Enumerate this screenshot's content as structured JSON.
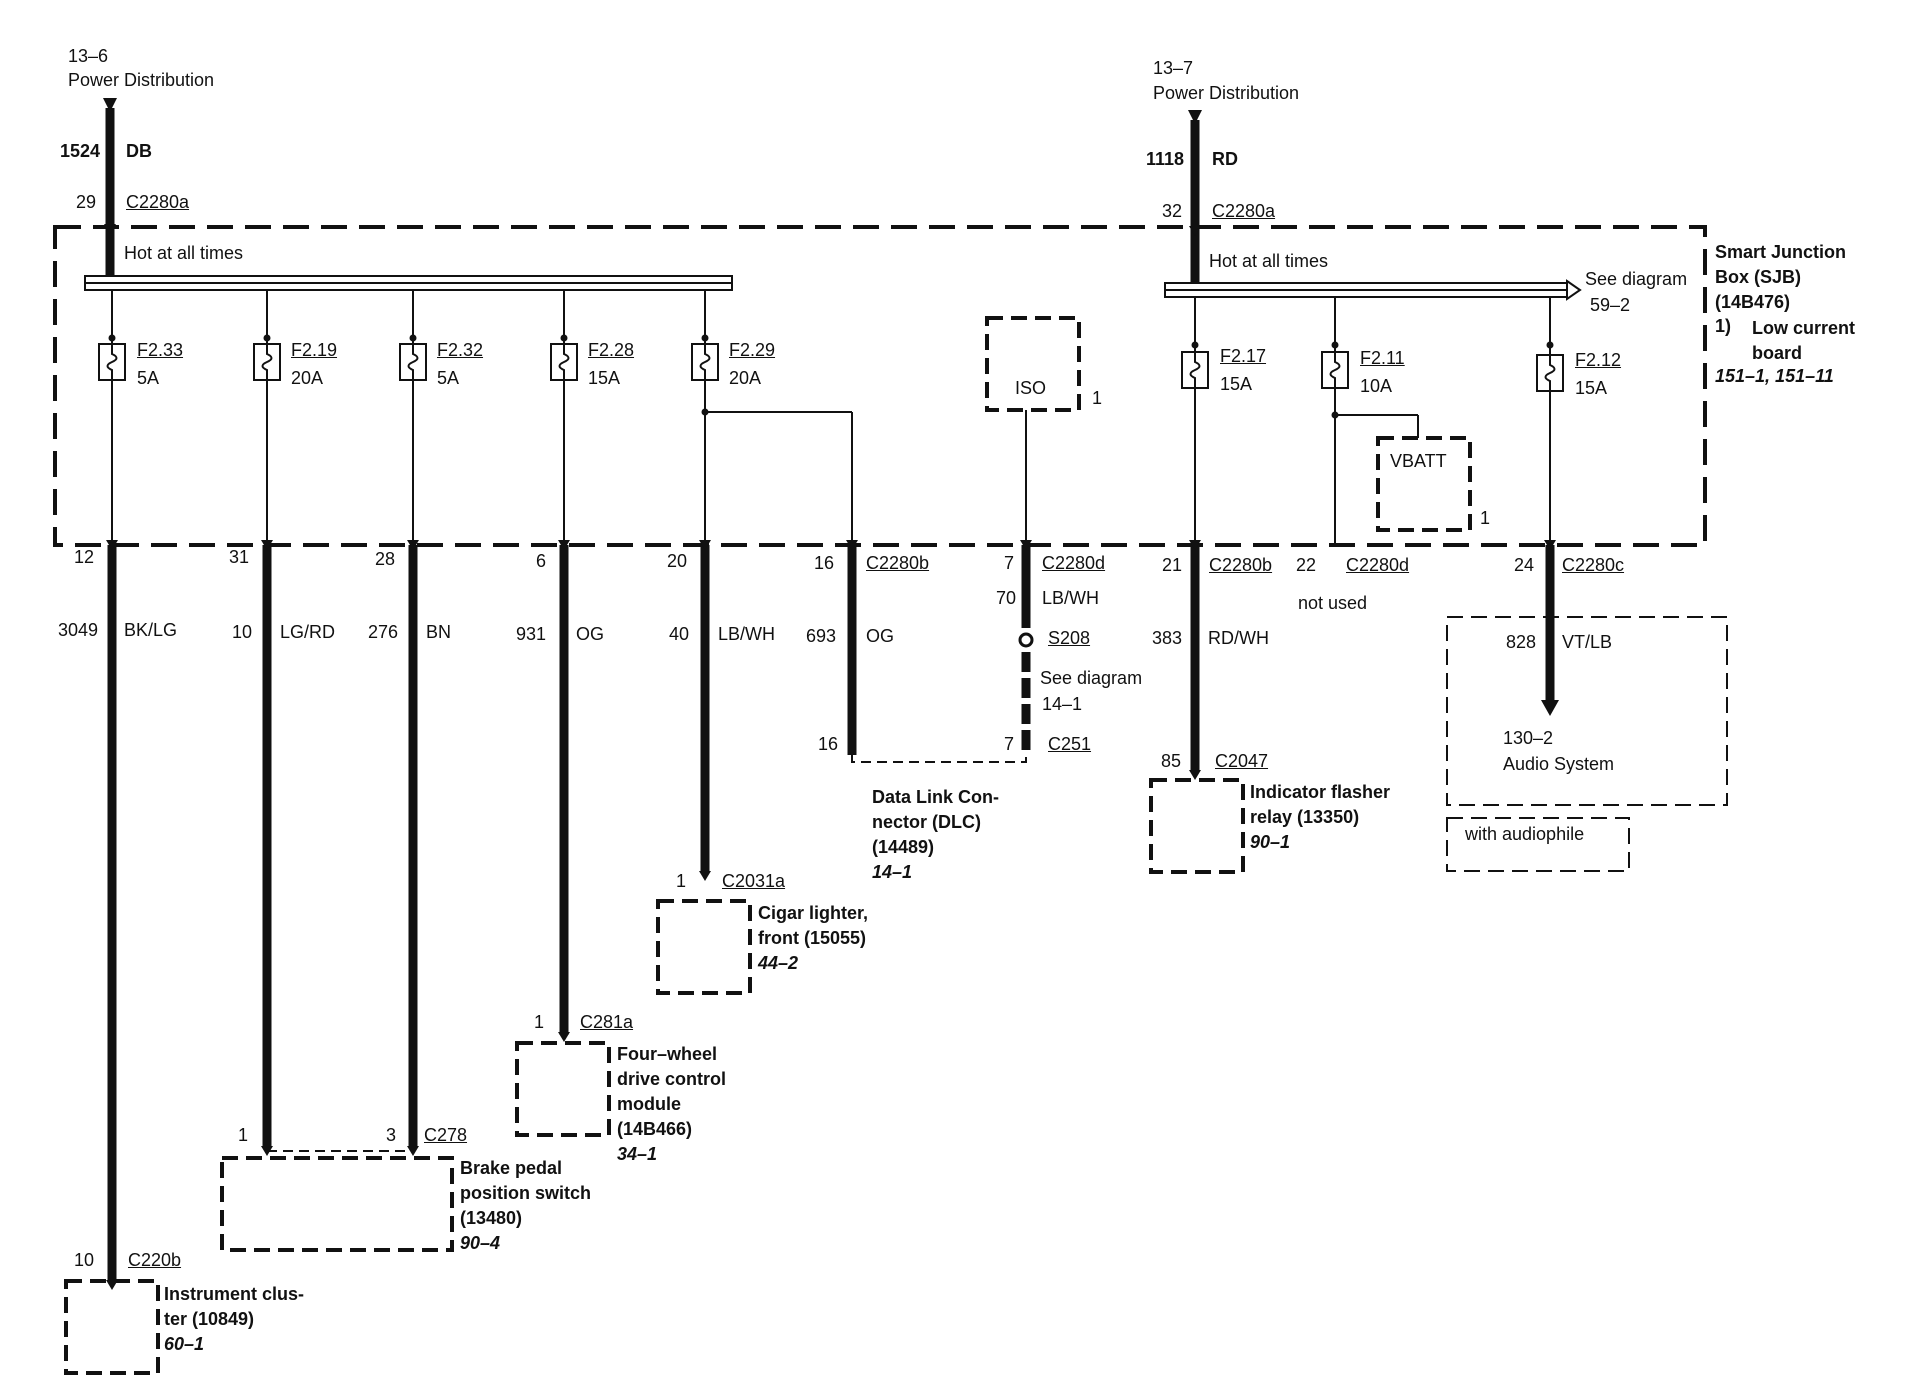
{
  "power_sources": [
    {
      "ref": "13–6",
      "name": "Power Distribution",
      "circuit": "1524",
      "color": "DB",
      "pin": "29",
      "connector": "C2280a"
    },
    {
      "ref": "13–7",
      "name": "Power Distribution",
      "circuit": "1118",
      "color": "RD",
      "pin": "32",
      "connector": "C2280a"
    }
  ],
  "sjb": {
    "bus_left": "Hot at all times",
    "bus_right": "Hot at all times",
    "see_diagram": "See diagram",
    "see_diagram_ref": "59–2",
    "title_lines": [
      "Smart Junction",
      "Box (SJB)",
      "(14B476)"
    ],
    "note_num": "1)",
    "note_lines": [
      "Low current",
      "board"
    ],
    "note_refs": "151–1, 151–11",
    "iso_label": "ISO",
    "iso_note": "1",
    "vbatt_label": "VBATT",
    "vbatt_note": "1"
  },
  "fuses": [
    {
      "id": "F2.33",
      "rating": "5A"
    },
    {
      "id": "F2.19",
      "rating": "20A"
    },
    {
      "id": "F2.32",
      "rating": "5A"
    },
    {
      "id": "F2.28",
      "rating": "15A"
    },
    {
      "id": "F2.29",
      "rating": "20A"
    },
    {
      "id": "F2.17",
      "rating": "15A"
    },
    {
      "id": "F2.11",
      "rating": "10A"
    },
    {
      "id": "F2.12",
      "rating": "15A"
    }
  ],
  "sjb_pins": [
    {
      "pin": "12"
    },
    {
      "pin": "31"
    },
    {
      "pin": "28"
    },
    {
      "pin": "6"
    },
    {
      "pin": "20"
    },
    {
      "pin": "16",
      "connector": "C2280b"
    },
    {
      "pin": "7",
      "connector": "C2280d"
    },
    {
      "pin": "21",
      "connector": "C2280b"
    },
    {
      "pin": "22",
      "connector": "C2280d",
      "note": "not used"
    },
    {
      "pin": "24",
      "connector": "C2280c"
    }
  ],
  "circuits": [
    {
      "number": "3049",
      "color": "BK/LG"
    },
    {
      "number": "10",
      "color": "LG/RD"
    },
    {
      "number": "276",
      "color": "BN"
    },
    {
      "number": "931",
      "color": "OG"
    },
    {
      "number": "40",
      "color": "LB/WH"
    },
    {
      "number": "693",
      "color": "OG"
    },
    {
      "number": "70",
      "color": "LB/WH"
    },
    {
      "number": "383",
      "color": "RD/WH"
    },
    {
      "number": "828",
      "color": "VT/LB"
    }
  ],
  "splice": {
    "id": "S208",
    "see": "See diagram",
    "ref": "14–1"
  },
  "dlc": {
    "pin_a": "16",
    "pin_b": "7",
    "connector": "C251",
    "name_lines": [
      "Data Link Con-",
      "nector (DLC)",
      "(14489)"
    ],
    "ref": "14–1"
  },
  "flasher": {
    "pin": "85",
    "connector": "C2047",
    "name_lines": [
      "Indicator flasher",
      "relay (13350)"
    ],
    "ref": "90–1"
  },
  "audio": {
    "ref": "130–2",
    "name": "Audio System",
    "option": "with audiophile"
  },
  "cigar": {
    "pin": "1",
    "connector": "C2031a",
    "name_lines": [
      "Cigar lighter,",
      "front (15055)"
    ],
    "ref": "44–2"
  },
  "fourwd": {
    "pin": "1",
    "connector": "C281a",
    "name_lines": [
      "Four–wheel",
      "drive control",
      "module",
      "(14B466)"
    ],
    "ref": "34–1"
  },
  "brake": {
    "pin_a": "1",
    "pin_b": "3",
    "connector": "C278",
    "name_lines": [
      "Brake pedal",
      "position switch",
      "(13480)"
    ],
    "ref": "90–4"
  },
  "cluster": {
    "pin": "10",
    "connector": "C220b",
    "name_lines": [
      "Instrument clus-",
      "ter (10849)"
    ],
    "ref": "60–1"
  }
}
